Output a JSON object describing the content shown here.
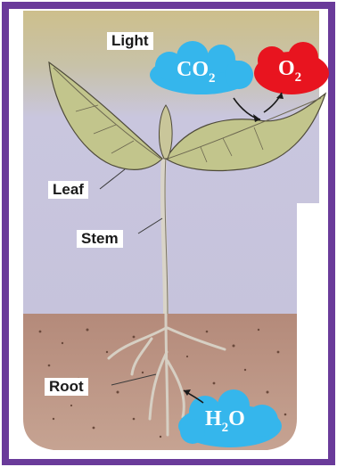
{
  "labels": {
    "light": "Light",
    "leaf": "Leaf",
    "stem": "Stem",
    "root": "Root"
  },
  "molecules": {
    "co2": {
      "base": "CO",
      "sub": "2",
      "color": "#35b6ec"
    },
    "o2": {
      "base": "O",
      "sub": "2",
      "color": "#e8141f"
    },
    "h2o": {
      "base": "H",
      "sub": "2",
      "tail": "O",
      "color": "#35b6ec"
    }
  },
  "colors": {
    "border": "#6a3b9a",
    "sky": "#c9c6de",
    "sun_band": "#cdbf8c",
    "soil": "#b98e7e",
    "leaf": "#c2c58c",
    "stem": "#d7d2c4"
  }
}
